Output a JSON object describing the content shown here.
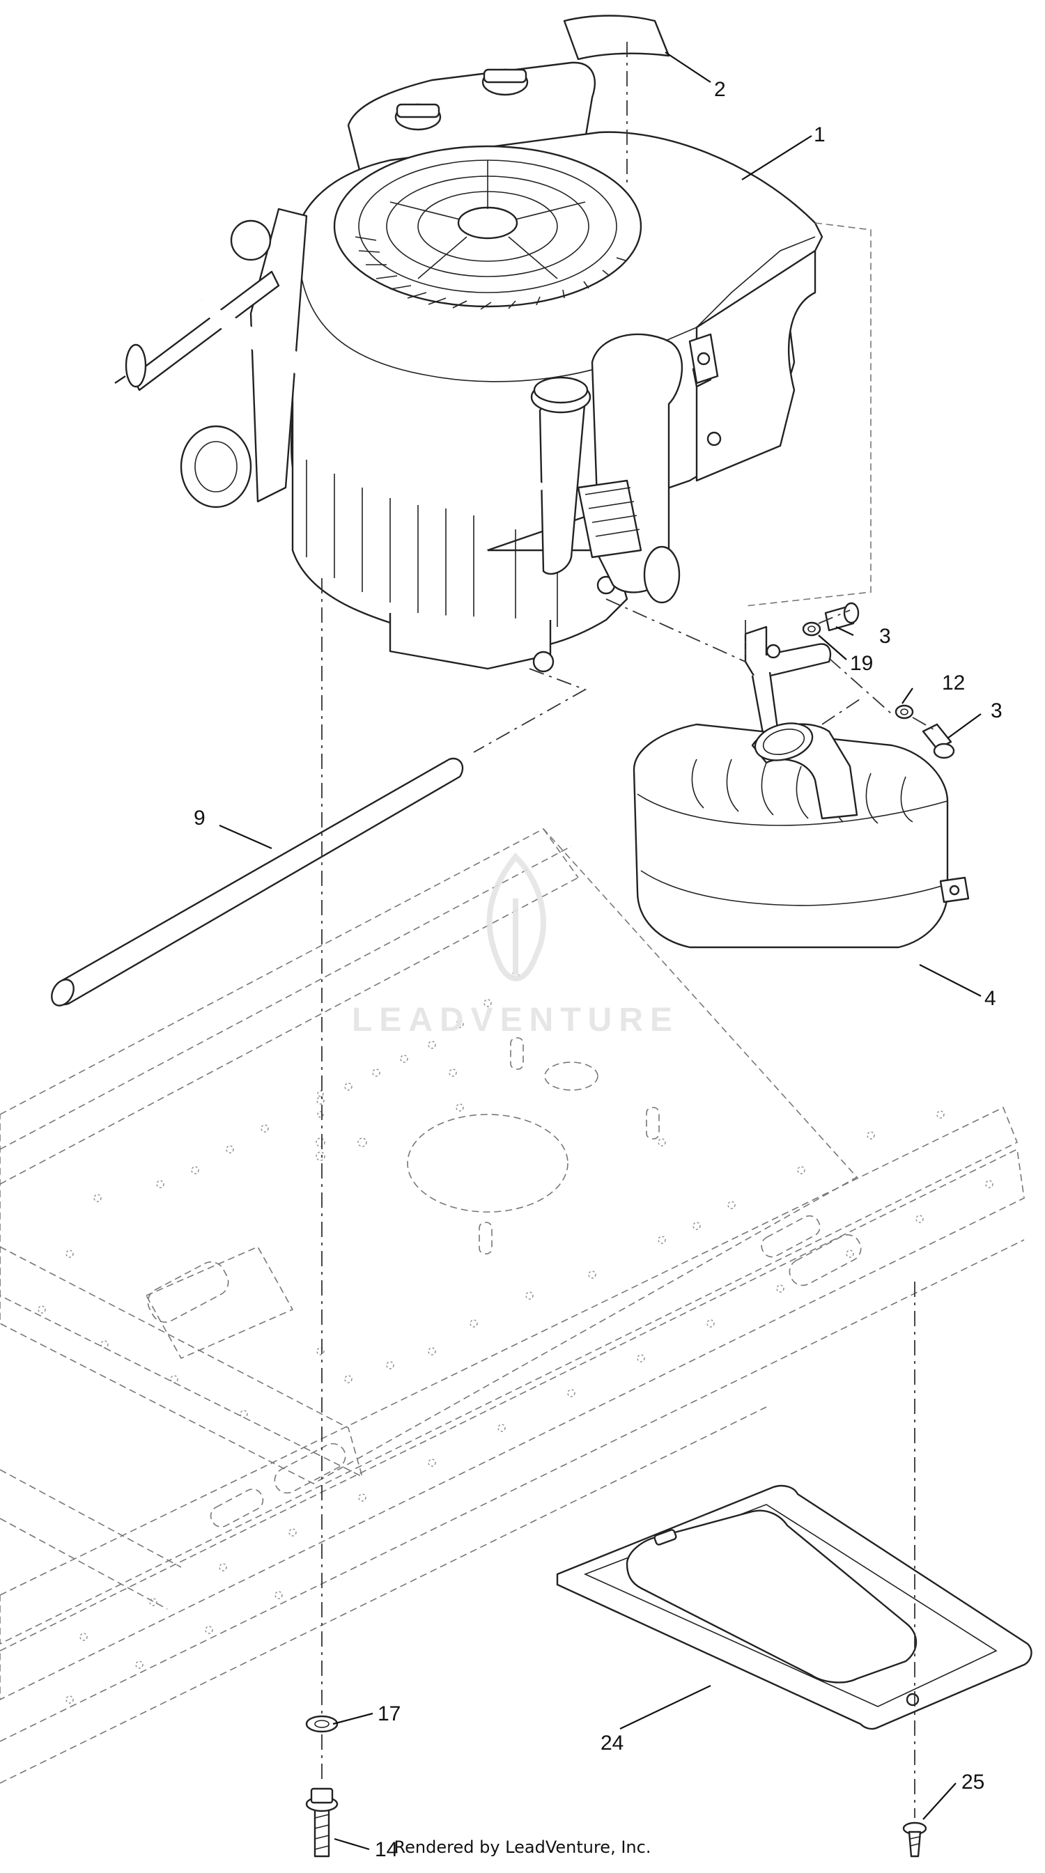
{
  "callouts": [
    {
      "id": "1",
      "label": "1"
    },
    {
      "id": "2",
      "label": "2"
    },
    {
      "id": "3a",
      "label": "3"
    },
    {
      "id": "19",
      "label": "19"
    },
    {
      "id": "12",
      "label": "12"
    },
    {
      "id": "3b",
      "label": "3"
    },
    {
      "id": "9",
      "label": "9"
    },
    {
      "id": "4",
      "label": "4"
    },
    {
      "id": "17",
      "label": "17"
    },
    {
      "id": "24",
      "label": "24"
    },
    {
      "id": "25",
      "label": "25"
    },
    {
      "id": "14",
      "label": "14"
    }
  ],
  "watermark": {
    "text": "LEADVENTURE",
    "icon": "leadventure-logo-icon"
  },
  "credit": "Rendered by LeadVenture, Inc.",
  "colors": {
    "line": "#222222",
    "phantom": "#777777",
    "watermark": "#e6e6e6"
  }
}
